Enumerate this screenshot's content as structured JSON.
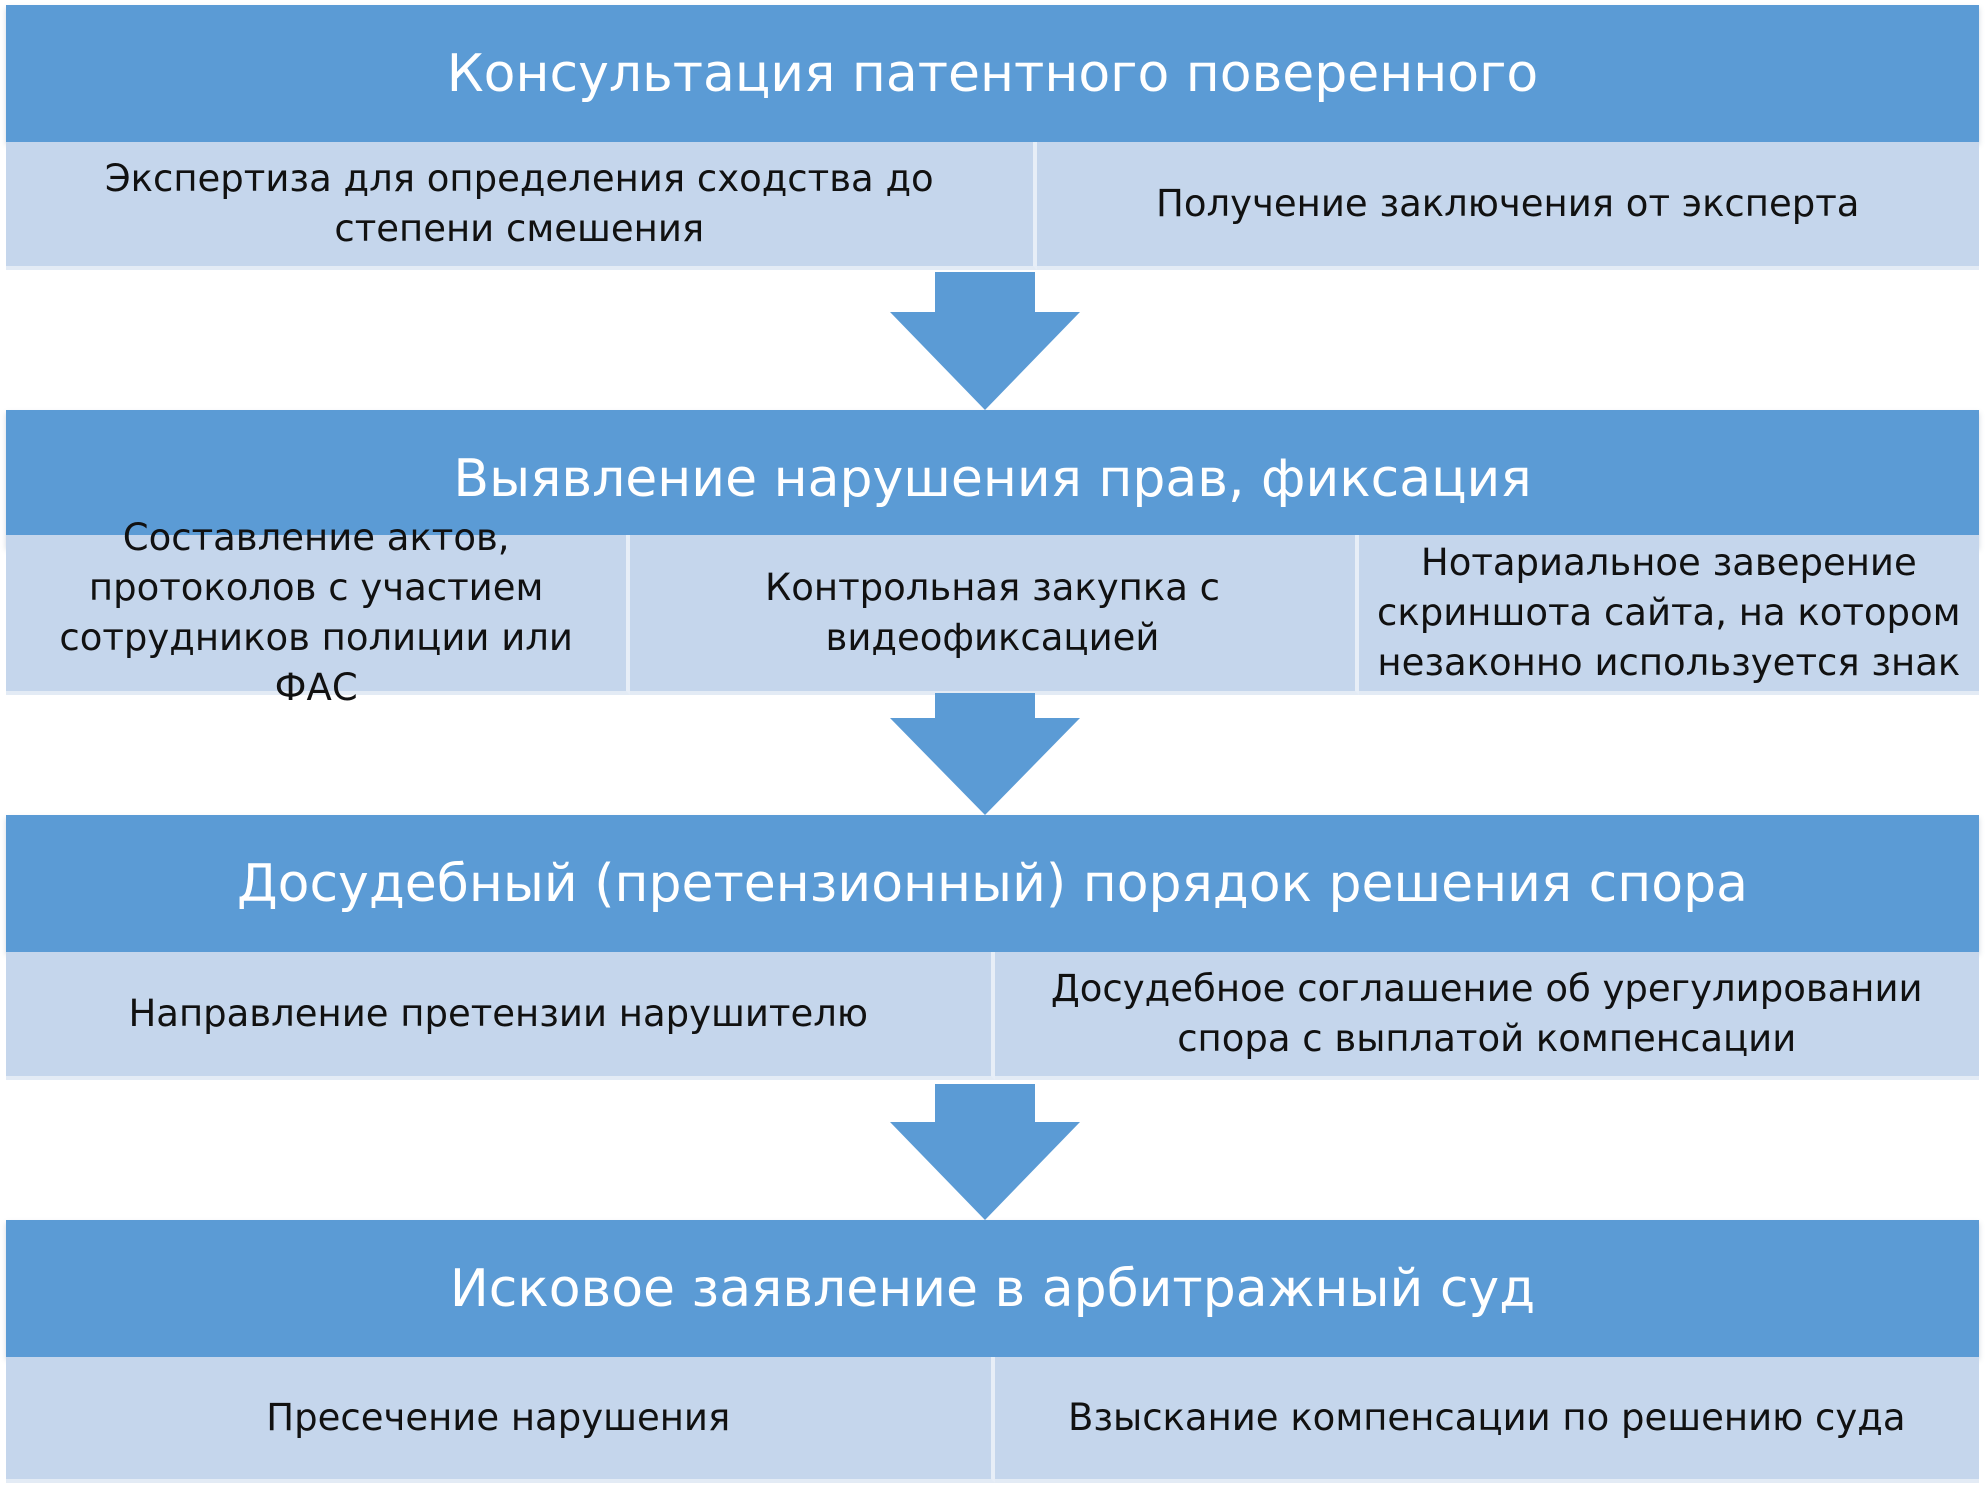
{
  "stages": [
    {
      "title": "Консультация патентного поверенного",
      "items": [
        "Экспертиза для определения сходства до степени смешения",
        "Получение заключения от эксперта"
      ]
    },
    {
      "title": "Выявление нарушения прав, фиксация",
      "items": [
        "Составление актов, протоколов с участием сотрудников полиции или ФАС",
        "Контрольная закупка с видеофиксацией",
        "Нотариальное заверение скриншота сайта, на котором незаконно используется знак"
      ]
    },
    {
      "title": "Досудебный (претензионный) порядок решения спора",
      "items": [
        "Направление претензии нарушителю",
        "Досудебное соглашение об урегулировании спора с выплатой компенсации"
      ]
    },
    {
      "title": "Исковое заявление в арбитражный суд",
      "items": [
        "Пресечение нарушения",
        "Взыскание компенсации по решению суда"
      ]
    }
  ],
  "colors": {
    "header": "#5b9bd5",
    "subitem": "#c5d6ec",
    "arrow": "#5b9bd5"
  },
  "icons": [
    "arrow-down-icon"
  ]
}
